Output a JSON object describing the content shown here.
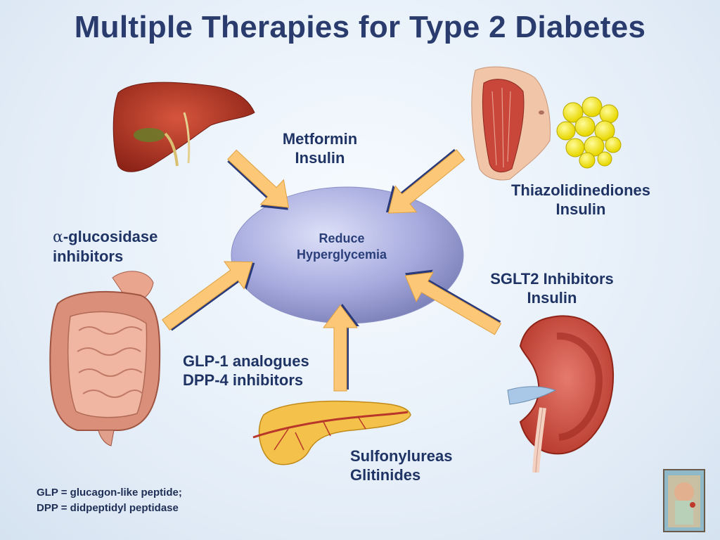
{
  "slide": {
    "title": "Multiple Therapies for Type 2 Diabetes",
    "center_label": {
      "line1": "Reduce",
      "line2": "Hyperglycemia"
    },
    "therapies": {
      "liver": {
        "line1": "Metformin",
        "line2": "Insulin"
      },
      "muscle_fat": {
        "line1": "Thiazolidinediones",
        "line2": "Insulin"
      },
      "gut": {
        "symbol": "α",
        "line1_rest": "-glucosidase",
        "line2": "inhibitors"
      },
      "kidney": {
        "line1": "SGLT2 Inhibitors",
        "line2": "Insulin"
      },
      "incretin": {
        "line1": "GLP-1 analogues",
        "line2": "DPP-4 inhibitors"
      },
      "pancreas": {
        "line1": "Sulfonylureas",
        "line2": "Glitinides"
      }
    },
    "footnotes": [
      "GLP = glucagon-like peptide;",
      "DPP = didpeptidyl peptidase"
    ],
    "organs": [
      "liver",
      "muscle",
      "fat-cells",
      "intestine",
      "pancreas",
      "kidney"
    ],
    "colors": {
      "title": "#2a3c6e",
      "ellipse": "#9aa0d8",
      "arrow_fill": "#fcc877",
      "arrow_outline": "#2a3a7a",
      "organ_red": "#c0392b"
    }
  }
}
